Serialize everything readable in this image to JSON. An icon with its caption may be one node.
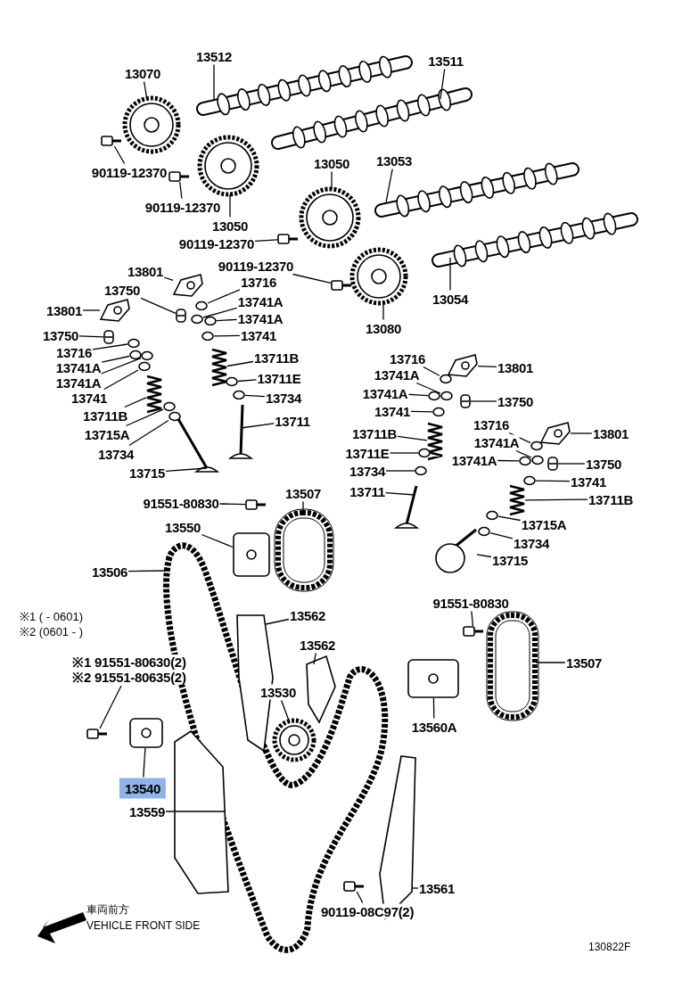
{
  "diagram": {
    "nodes": [
      {
        "text": [
          "13070"
        ]
      },
      {
        "text": [
          "13512"
        ]
      },
      {
        "text": [
          "13511"
        ]
      },
      {
        "text": [
          "90119-12370"
        ]
      },
      {
        "text": [
          "90119-12370"
        ]
      },
      {
        "text": [
          "13050"
        ]
      },
      {
        "text": [
          "13050"
        ]
      },
      {
        "text": [
          "13053"
        ]
      },
      {
        "text": [
          "90119-12370"
        ]
      },
      {
        "text": [
          "90119-12370"
        ]
      },
      {
        "text": [
          "13054"
        ]
      },
      {
        "text": [
          "13080"
        ]
      },
      {
        "text": [
          "13801"
        ]
      },
      {
        "text": [
          "13750"
        ]
      },
      {
        "text": [
          "13716"
        ]
      },
      {
        "text": [
          "13741A"
        ]
      },
      {
        "text": [
          "13741A"
        ]
      },
      {
        "text": [
          "13741"
        ]
      },
      {
        "text": [
          "13801"
        ]
      },
      {
        "text": [
          "13750"
        ]
      },
      {
        "text": [
          "13716"
        ]
      },
      {
        "text": [
          "13741A"
        ]
      },
      {
        "text": [
          "13741A"
        ]
      },
      {
        "text": [
          "13741"
        ]
      },
      {
        "text": [
          "13711B"
        ]
      },
      {
        "text": [
          "13711E"
        ]
      },
      {
        "text": [
          "13734"
        ]
      },
      {
        "text": [
          "13711"
        ]
      },
      {
        "text": [
          "13711B"
        ]
      },
      {
        "text": [
          "13715A"
        ]
      },
      {
        "text": [
          "13734"
        ]
      },
      {
        "text": [
          "13715"
        ]
      },
      {
        "text": [
          "13716"
        ]
      },
      {
        "text": [
          "13801"
        ]
      },
      {
        "text": [
          "13741A"
        ]
      },
      {
        "text": [
          "13741A"
        ]
      },
      {
        "text": [
          "13750"
        ]
      },
      {
        "text": [
          "13741"
        ]
      },
      {
        "text": [
          "13711B"
        ]
      },
      {
        "text": [
          "13716"
        ]
      },
      {
        "text": [
          "13801"
        ]
      },
      {
        "text": [
          "13711E"
        ]
      },
      {
        "text": [
          "13741A"
        ]
      },
      {
        "text": [
          "13741A"
        ]
      },
      {
        "text": [
          "13750"
        ]
      },
      {
        "text": [
          "13734"
        ]
      },
      {
        "text": [
          "13741"
        ]
      },
      {
        "text": [
          "13711"
        ]
      },
      {
        "text": [
          "13711B"
        ]
      },
      {
        "text": [
          "13715A"
        ]
      },
      {
        "text": [
          "13734"
        ]
      },
      {
        "text": [
          "13715"
        ]
      },
      {
        "text": [
          "91551-80830"
        ]
      },
      {
        "text": [
          "13507"
        ]
      },
      {
        "text": [
          "13550"
        ]
      },
      {
        "text": [
          "13506"
        ]
      },
      {
        "text": [
          "13562"
        ]
      },
      {
        "text": [
          "13562"
        ]
      },
      {
        "text": [
          "13530"
        ]
      },
      {
        "text": [
          "91551-80830"
        ]
      },
      {
        "text": [
          "13507"
        ]
      },
      {
        "text": [
          "13560A"
        ]
      },
      {
        "text": [
          "※1 91551-80630(2)",
          "※2 91551-80635(2)"
        ]
      },
      {
        "text": [
          "13540"
        ]
      },
      {
        "text": [
          "13559"
        ]
      },
      {
        "text": [
          "13561"
        ]
      },
      {
        "text": [
          "90119-08C97(2)"
        ]
      },
      {
        "text": [],
        "shape": "picture"
      },
      {
        "text": [],
        "shape": "picture"
      },
      {
        "text": [],
        "shape": "picture"
      },
      {
        "text": [],
        "shape": "picture"
      },
      {
        "text": [],
        "shape": "picture"
      },
      {
        "text": [],
        "shape": "picture"
      },
      {
        "text": [],
        "shape": "picture"
      },
      {
        "text": [],
        "shape": "picture"
      },
      {
        "text": [],
        "shape": "picture"
      },
      {
        "text": [],
        "shape": "picture"
      },
      {
        "text": [],
        "shape": "picture"
      },
      {
        "text": [],
        "shape": "picture"
      },
      {
        "text": [],
        "shape": "picture"
      },
      {
        "text": [],
        "shape": "picture"
      },
      {
        "text": [],
        "shape": "circle"
      },
      {
        "text": [],
        "shape": "circle"
      },
      {
        "text": [],
        "shape": "circle"
      },
      {
        "text": [],
        "shape": "circle"
      },
      {
        "text": [],
        "shape": "picture"
      },
      {
        "text": [],
        "shape": "picture"
      },
      {
        "text": [],
        "shape": "circle"
      },
      {
        "text": [],
        "shape": "circle"
      },
      {
        "text": [],
        "shape": "circle"
      },
      {
        "text": [],
        "shape": "circle"
      },
      {
        "text": [],
        "shape": "picture"
      },
      {
        "text": [],
        "shape": "circle"
      },
      {
        "text": [],
        "shape": "circle"
      },
      {
        "text": [],
        "shape": "picture"
      },
      {
        "text": [],
        "shape": "picture"
      },
      {
        "text": [],
        "shape": "circle"
      },
      {
        "text": [],
        "shape": "circle"
      },
      {
        "text": [],
        "shape": "picture"
      },
      {
        "text": [],
        "shape": "circle"
      },
      {
        "text": [],
        "shape": "picture"
      },
      {
        "text": [],
        "shape": "circle"
      },
      {
        "text": [],
        "shape": "circle"
      },
      {
        "text": [],
        "shape": "picture"
      },
      {
        "text": [],
        "shape": "circle"
      },
      {
        "text": [],
        "shape": "picture"
      },
      {
        "text": [],
        "shape": "circle"
      },
      {
        "text": [],
        "shape": "picture"
      },
      {
        "text": [],
        "shape": "circle"
      },
      {
        "text": [],
        "shape": "circle"
      },
      {
        "text": [],
        "shape": "circle"
      },
      {
        "text": [],
        "shape": "picture"
      },
      {
        "text": [],
        "shape": "circle"
      },
      {
        "text": [],
        "shape": "circle"
      },
      {
        "text": [],
        "shape": "picture"
      },
      {
        "text": [],
        "shape": "picture"
      },
      {
        "text": [],
        "shape": "circle"
      },
      {
        "text": [],
        "shape": "circle"
      },
      {
        "text": [],
        "shape": "picture"
      },
      {
        "text": [],
        "shape": "picture"
      },
      {
        "text": [],
        "shape": "picture"
      },
      {
        "text": [],
        "shape": "picture"
      },
      {
        "text": [],
        "shape": "picture"
      },
      {
        "text": [],
        "shape": "picture"
      },
      {
        "text": [],
        "shape": "picture"
      },
      {
        "text": [],
        "shape": "picture"
      },
      {
        "text": [],
        "shape": "picture"
      },
      {
        "text": [],
        "shape": "picture"
      },
      {
        "text": [],
        "shape": "picture"
      },
      {
        "text": [],
        "shape": "picture"
      },
      {
        "text": [],
        "shape": "picture"
      },
      {
        "text": [],
        "shape": "picture"
      },
      {
        "text": [],
        "shape": "picture"
      },
      {
        "text": [],
        "shape": "picture"
      }
    ],
    "edges": [
      {
        "from": 0,
        "to": 67,
        "arrow": "none"
      },
      {
        "from": 1,
        "to": 68,
        "arrow": "none"
      },
      {
        "from": 2,
        "to": 69,
        "arrow": "none"
      },
      {
        "from": 3,
        "to": 70,
        "arrow": "none"
      },
      {
        "from": 4,
        "to": 71,
        "arrow": "none"
      },
      {
        "from": 5,
        "to": 72,
        "arrow": "none"
      },
      {
        "from": 6,
        "to": 73,
        "arrow": "none"
      },
      {
        "from": 7,
        "to": 74,
        "arrow": "none"
      },
      {
        "from": 8,
        "to": 75,
        "arrow": "none"
      },
      {
        "from": 9,
        "to": 76,
        "arrow": "none"
      },
      {
        "from": 10,
        "to": 77,
        "arrow": "none"
      },
      {
        "from": 11,
        "to": 78,
        "arrow": "none"
      },
      {
        "from": 12,
        "to": 79,
        "arrow": "none"
      },
      {
        "from": 13,
        "to": 80,
        "arrow": "none"
      },
      {
        "from": 14,
        "to": 81,
        "arrow": "none"
      },
      {
        "from": 15,
        "to": 82,
        "arrow": "none"
      },
      {
        "from": 16,
        "to": 83,
        "arrow": "none"
      },
      {
        "from": 17,
        "to": 84,
        "arrow": "none"
      },
      {
        "from": 18,
        "to": 85,
        "arrow": "none"
      },
      {
        "from": 19,
        "to": 86,
        "arrow": "none"
      },
      {
        "from": 20,
        "to": 87,
        "arrow": "none"
      },
      {
        "from": 21,
        "to": 88,
        "arrow": "none"
      },
      {
        "from": 22,
        "to": 89,
        "arrow": "none"
      },
      {
        "from": 23,
        "to": 90,
        "arrow": "none"
      },
      {
        "from": 24,
        "to": 91,
        "arrow": "none"
      },
      {
        "from": 25,
        "to": 92,
        "arrow": "none"
      },
      {
        "from": 26,
        "to": 93,
        "arrow": "none"
      },
      {
        "from": 27,
        "to": 94,
        "arrow": "none"
      },
      {
        "from": 28,
        "to": 95,
        "arrow": "none"
      },
      {
        "from": 29,
        "to": 96,
        "arrow": "none"
      },
      {
        "from": 30,
        "to": 97,
        "arrow": "none"
      },
      {
        "from": 31,
        "to": 98,
        "arrow": "none"
      },
      {
        "from": 32,
        "to": 99,
        "arrow": "none"
      },
      {
        "from": 33,
        "to": 100,
        "arrow": "none"
      },
      {
        "from": 34,
        "to": 101,
        "arrow": "none"
      },
      {
        "from": 35,
        "to": 102,
        "arrow": "none"
      },
      {
        "from": 36,
        "to": 103,
        "arrow": "none"
      },
      {
        "from": 37,
        "to": 104,
        "arrow": "none"
      },
      {
        "from": 38,
        "to": 105,
        "arrow": "none"
      },
      {
        "from": 39,
        "to": 106,
        "arrow": "none"
      },
      {
        "from": 40,
        "to": 107,
        "arrow": "none"
      },
      {
        "from": 41,
        "to": 108,
        "arrow": "none"
      },
      {
        "from": 42,
        "to": 109,
        "arrow": "none"
      },
      {
        "from": 43,
        "to": 110,
        "arrow": "none"
      },
      {
        "from": 44,
        "to": 111,
        "arrow": "none"
      },
      {
        "from": 45,
        "to": 112,
        "arrow": "none"
      },
      {
        "from": 46,
        "to": 113,
        "arrow": "none"
      },
      {
        "from": 47,
        "to": 114,
        "arrow": "none"
      },
      {
        "from": 48,
        "to": 115,
        "arrow": "none"
      },
      {
        "from": 49,
        "to": 116,
        "arrow": "none"
      },
      {
        "from": 50,
        "to": 117,
        "arrow": "none"
      },
      {
        "from": 51,
        "to": 118,
        "arrow": "none"
      },
      {
        "from": 52,
        "to": 119,
        "arrow": "none"
      },
      {
        "from": 53,
        "to": 120,
        "arrow": "none"
      },
      {
        "from": 54,
        "to": 121,
        "arrow": "none"
      },
      {
        "from": 55,
        "to": 122,
        "arrow": "none"
      },
      {
        "from": 56,
        "to": 123,
        "arrow": "none"
      },
      {
        "from": 57,
        "to": 124,
        "arrow": "none"
      },
      {
        "from": 58,
        "to": 125,
        "arrow": "none"
      },
      {
        "from": 59,
        "to": 126,
        "arrow": "none"
      },
      {
        "from": 60,
        "to": 127,
        "arrow": "none"
      },
      {
        "from": 61,
        "to": 128,
        "arrow": "none"
      },
      {
        "from": 62,
        "to": 129,
        "arrow": "none"
      },
      {
        "from": 63,
        "to": 130,
        "arrow": "none"
      },
      {
        "from": 64,
        "to": 131,
        "arrow": "none"
      },
      {
        "from": 65,
        "to": 132,
        "arrow": "none"
      },
      {
        "from": 66,
        "to": 133,
        "arrow": "none"
      }
    ],
    "labels": [
      "※1 (       - 0601)",
      "※2 (0601 -       )",
      "車両前方",
      "VEHICLE FRONT SIDE",
      "130822F"
    ]
  }
}
